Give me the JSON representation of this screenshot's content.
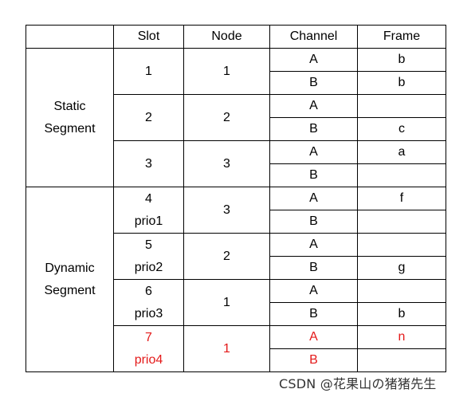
{
  "headers": [
    "",
    "Slot",
    "Node",
    "Channel",
    "Frame"
  ],
  "segments": {
    "static": [
      "Static",
      "Segment"
    ],
    "dynamic": [
      "Dynamic",
      "Segment"
    ]
  },
  "slots": [
    {
      "slot": [
        "1"
      ],
      "node": "1",
      "rows": [
        {
          "channel": "A",
          "frame": "b"
        },
        {
          "channel": "B",
          "frame": "b"
        }
      ]
    },
    {
      "slot": [
        "2"
      ],
      "node": "2",
      "rows": [
        {
          "channel": "A",
          "frame": ""
        },
        {
          "channel": "B",
          "frame": "c"
        }
      ]
    },
    {
      "slot": [
        "3"
      ],
      "node": "3",
      "rows": [
        {
          "channel": "A",
          "frame": "a"
        },
        {
          "channel": "B",
          "frame": ""
        }
      ]
    },
    {
      "slot": [
        "4",
        "prio1"
      ],
      "node": "3",
      "rows": [
        {
          "channel": "A",
          "frame": "f"
        },
        {
          "channel": "B",
          "frame": ""
        }
      ]
    },
    {
      "slot": [
        "5",
        "prio2"
      ],
      "node": "2",
      "rows": [
        {
          "channel": "A",
          "frame": ""
        },
        {
          "channel": "B",
          "frame": "g"
        }
      ]
    },
    {
      "slot": [
        "6",
        "prio3"
      ],
      "node": "1",
      "rows": [
        {
          "channel": "A",
          "frame": ""
        },
        {
          "channel": "B",
          "frame": "b"
        }
      ]
    },
    {
      "slot": [
        "7",
        "prio4"
      ],
      "node": "1",
      "rows": [
        {
          "channel": "A",
          "frame": "n"
        },
        {
          "channel": "B",
          "frame": ""
        }
      ]
    }
  ],
  "highlight_color": "#e41a1a",
  "watermark": "CSDN @花果山の猪猪先生"
}
